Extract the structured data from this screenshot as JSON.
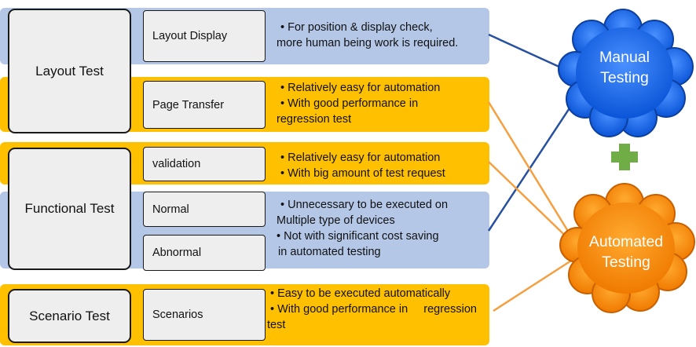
{
  "categories": {
    "layout": "Layout Test",
    "functional": "Functional Test",
    "scenario": "Scenario Test"
  },
  "subitems": {
    "layout_display": "Layout Display",
    "page_transfer": "Page Transfer",
    "validation": "validation",
    "normal": "Normal",
    "abnormal": "Abnormal",
    "scenarios": "Scenarios"
  },
  "descriptions": {
    "layout_display": [
      "• For position & display check,",
      "more human being work is required."
    ],
    "page_transfer": [
      "• Relatively easy for automation",
      "• With good performance in",
      "regression test"
    ],
    "validation": [
      "• Relatively easy for automation",
      "• With big amount of test request"
    ],
    "normal_abnormal": [
      "• Unnecessary to be executed on",
      "Multiple type of devices",
      "• Not with significant cost saving",
      "in automated testing"
    ],
    "scenarios": [
      "• Easy to be executed automatically",
      "• With good performance in     regression",
      "test"
    ]
  },
  "clouds": {
    "manual": [
      "Manual",
      "Testing"
    ],
    "automated": [
      "Automated",
      "Testing"
    ]
  },
  "colors": {
    "blue_band": "#b4c7e7",
    "orange_band": "#ffc000",
    "manual_cloud": "#1a6ef0",
    "automated_cloud": "#ff8c00",
    "plus": "#70ad47",
    "manual_line": "#2850a0",
    "automated_line": "#f5a040"
  }
}
